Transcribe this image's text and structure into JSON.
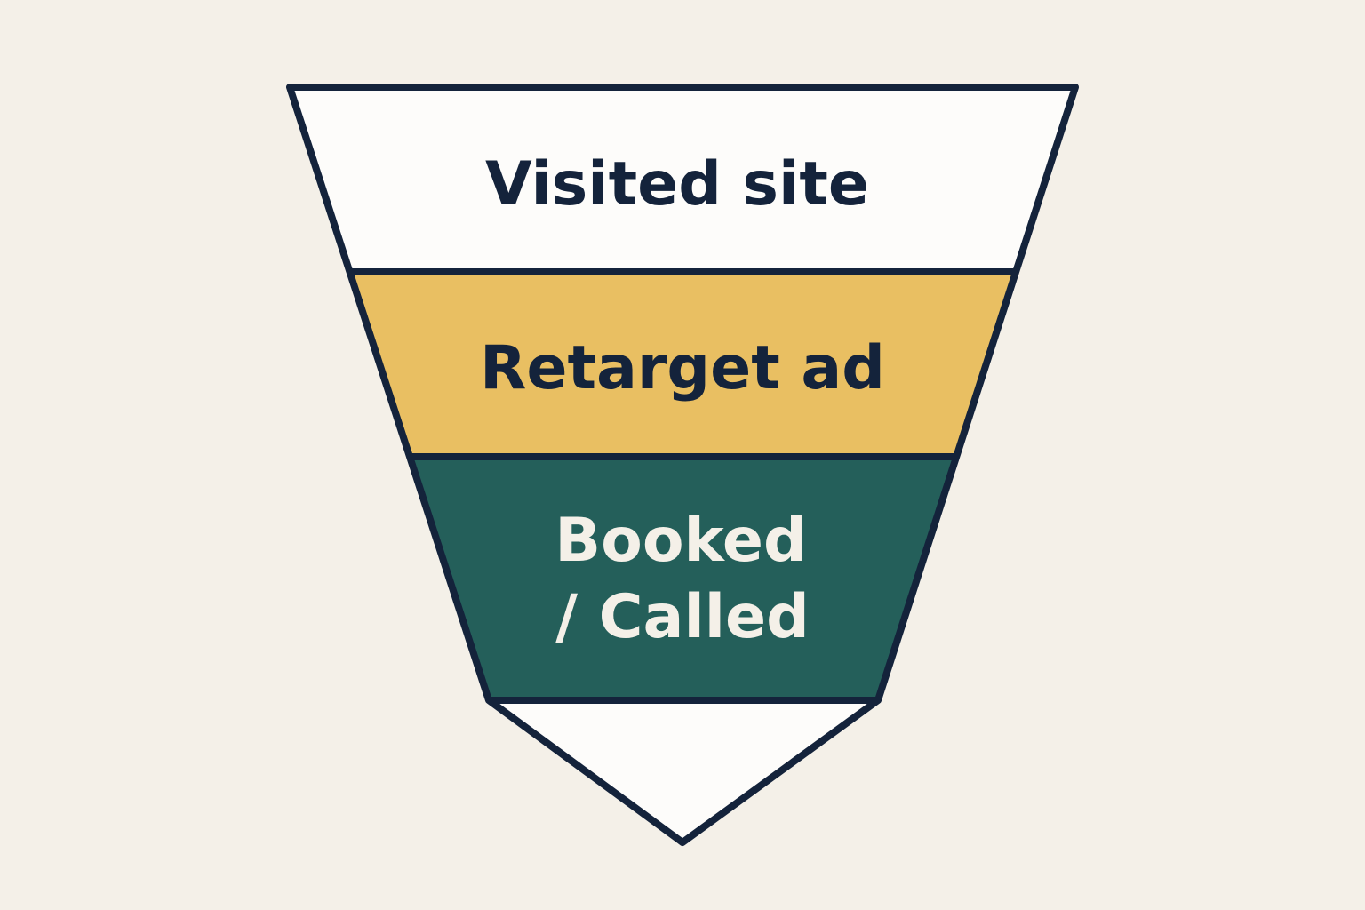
{
  "funnel": {
    "stages": [
      {
        "label": "Visited site",
        "fill": "#fdfcfa",
        "text_color": "#14233b"
      },
      {
        "label": "Retarget ad",
        "fill": "#e9bf62",
        "text_color": "#14233b"
      },
      {
        "label_line1": "Booked",
        "label_line2": "/ Called",
        "fill": "#245f5a",
        "text_color": "#f4f0e8"
      }
    ],
    "tip_fill": "#fdfcfa",
    "outline_color": "#14233b"
  }
}
